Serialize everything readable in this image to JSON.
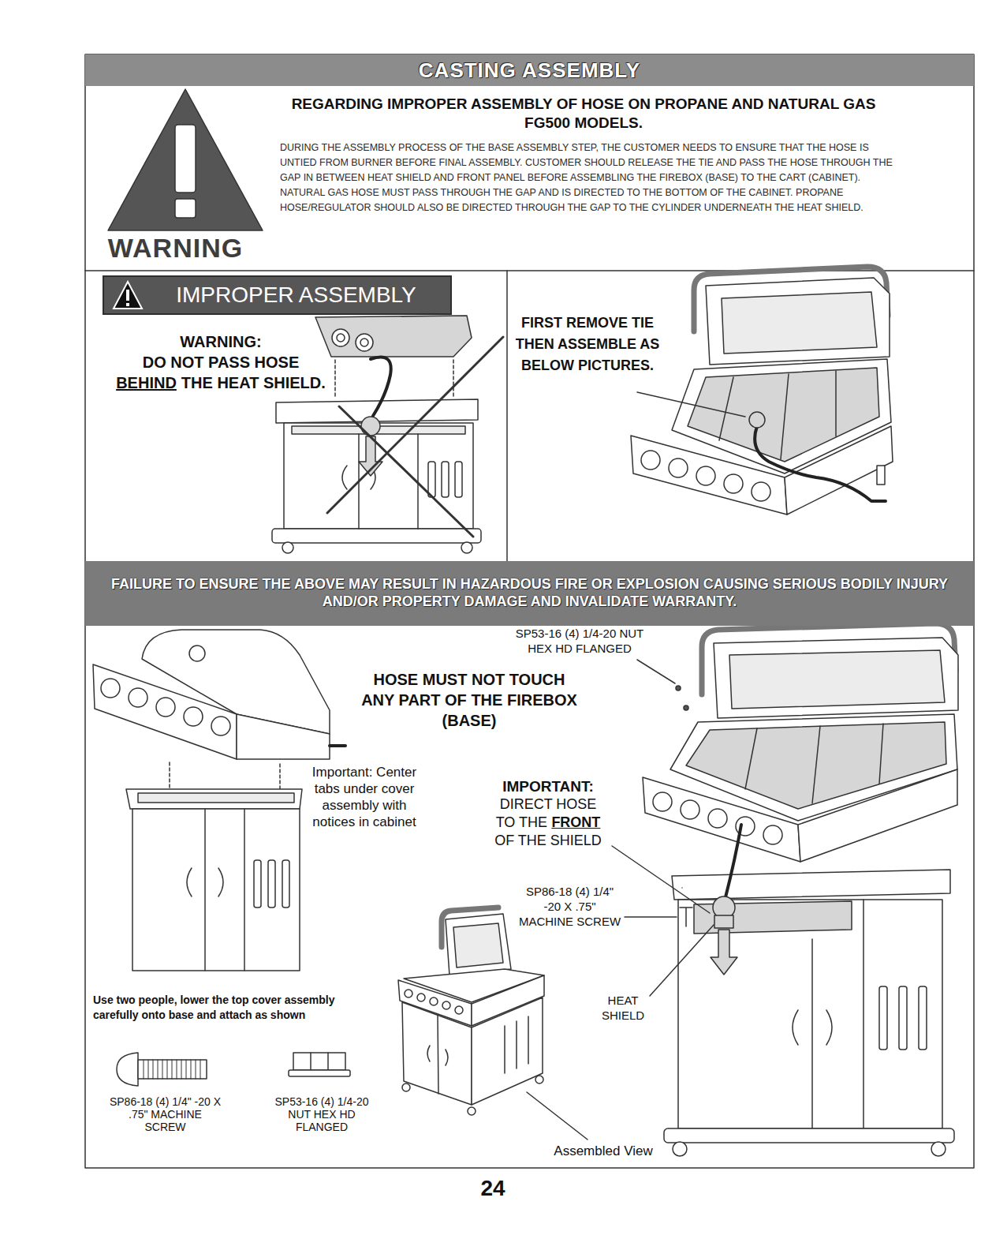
{
  "diagram": {
    "title": "CASTING ASSEMBLY",
    "nodes": [
      {
        "text": [
          "IMPROPER ASSEMBLY"
        ]
      },
      {
        "text": [
          "FAILURE TO ENSURE THE ABOVE MAY RESULT IN HAZARDOUS FIRE OR EXPLOSION CAUSING SERIOUS BODILY INJURY AND/OR PROPERTY DAMAGE AND INVALIDATE WARRANTY."
        ]
      }
    ],
    "labels": [
      "WARNING",
      "REGARDING IMPROPER ASSEMBLY OF HOSE ON PROPANE AND NATURAL GAS FG500 MODELS.",
      "DURING THE ASSEMBLY PROCESS OF THE BASE ASSEMBLY STEP, THE CUSTOMER NEEDS TO ENSURE THAT THE HOSE IS UNTIED FROM BURNER BEFORE FINAL ASSEMBLY. CUSTOMER SHOULD RELEASE THE TIE AND PASS THE HOSE THROUGH THE GAP IN BETWEEN HEAT SHIELD AND FRONT PANEL BEFORE ASSEMBLING THE FIREBOX (BASE) TO THE CART (CABINET). NATURAL GAS HOSE MUST PASS THROUGH THE GAP AND IS DIRECTED TO THE BOTTOM OF THE CABINET. PROPANE HOSE/REGULATOR SHOULD ALSO BE DIRECTED THROUGH THE GAP TO THE CYLINDER UNDERNEATH THE HEAT SHIELD.",
      "WARNING:",
      "DO NOT PASS HOSE",
      "BEHIND",
      "THE HEAT SHIELD.",
      "FIRST REMOVE TIE THEN ASSEMBLE AS BELOW PICTURES.",
      "SP53-16 (4) 1/4-20 NUT HEX HD FLANGED",
      "HOSE MUST NOT TOUCH ANY PART OF THE FIREBOX (BASE)",
      "Important: Center tabs under cover assembly with notices in cabinet",
      "IMPORTANT:",
      "DIRECT HOSE",
      "TO THE",
      "FRONT",
      "OF THE SHIELD",
      "SP86-18 (4) 1/4\" -20 X .75\" MACHINE SCREW",
      "HEAT SHIELD",
      "Use two people, lower the top cover assembly carefully onto base and attach as shown",
      "SP86-18 (4) 1/4\" -20 X .75\" MACHINE SCREW",
      "SP53-16 (4) 1/4-20 NUT HEX HD FLANGED",
      "Assembled View",
      "24"
    ]
  }
}
